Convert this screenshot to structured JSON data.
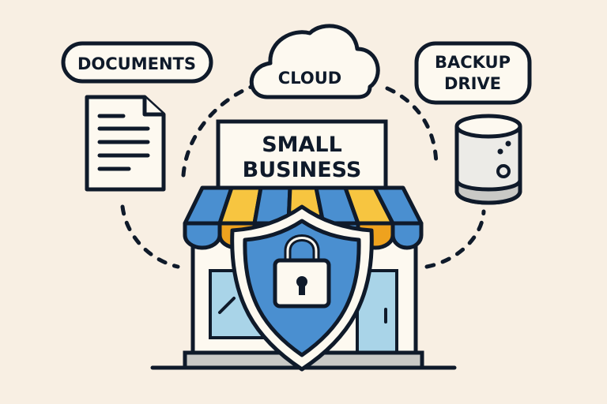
{
  "title": "Small business data security illustration",
  "colors": {
    "background": "#f8efe3",
    "outline": "#0f1a2a",
    "panel": "#fdf9f0",
    "blue": "#4a8fd0",
    "yellow": "#f7c540",
    "orange": "#eea21e",
    "glass": "#a9d4e8",
    "gray": "#c9c9c6"
  },
  "nodes": {
    "documents": {
      "label": "DOCUMENTS",
      "icon": "document-icon"
    },
    "cloud": {
      "label": "CLOUD",
      "icon": "cloud-icon"
    },
    "backup": {
      "label_line1": "BACKUP",
      "label_line2": "DRIVE",
      "icon": "backup-drive-icon"
    },
    "store": {
      "sign_line1": "SMALL",
      "sign_line2": "BUSINESS",
      "icon": "storefront-icon"
    },
    "shield": {
      "icon": "shield-lock-icon"
    }
  }
}
